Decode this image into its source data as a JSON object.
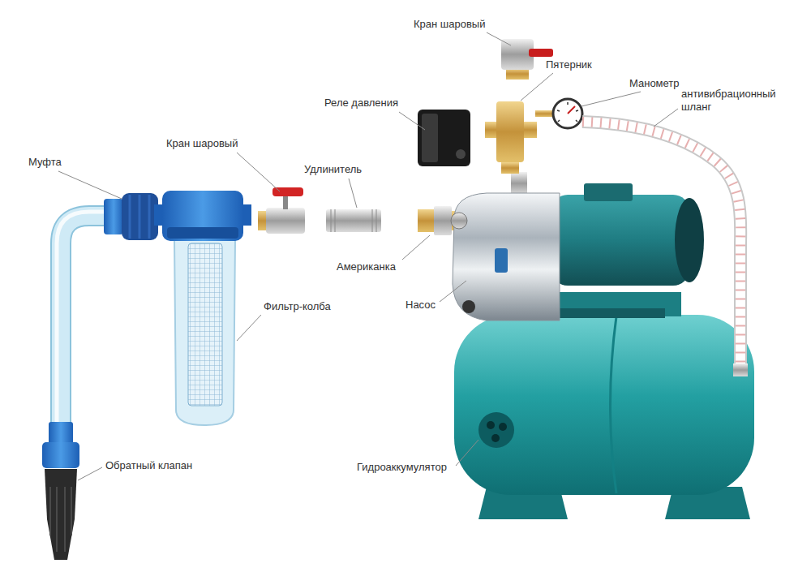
{
  "diagram": {
    "labels": [
      "Кран шаровый",
      "Пятерник",
      "Манометр",
      "антивибрационный шланг",
      "Реле давления",
      "Кран шаровый",
      "Муфта",
      "Удлинитель",
      "Американка",
      "Насос",
      "Фильтр-колба",
      "Обратный клапан",
      "Гидроаккумулятор"
    ]
  }
}
